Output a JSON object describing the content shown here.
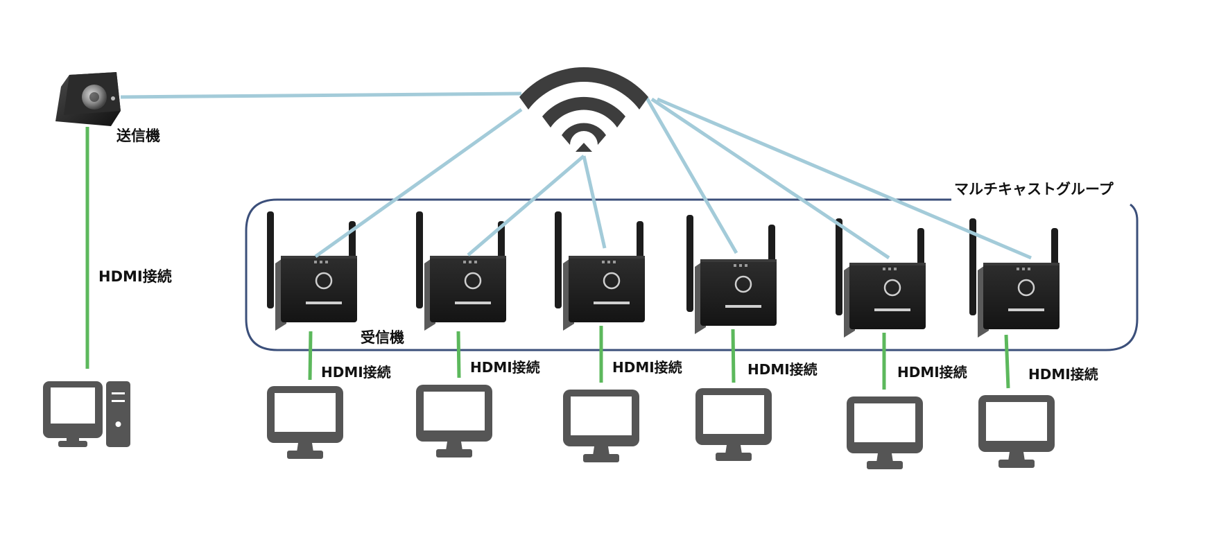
{
  "labels": {
    "transmitter": "送信機",
    "multicast_group": "マルチキャストグループ",
    "receiver": "受信機",
    "hdmi": "HDMI接続"
  },
  "receivers": [
    {
      "hdmi_label": "HDMI接続"
    },
    {
      "hdmi_label": "HDMI接続"
    },
    {
      "hdmi_label": "HDMI接続"
    },
    {
      "hdmi_label": "HDMI接続"
    },
    {
      "hdmi_label": "HDMI接続"
    },
    {
      "hdmi_label": "HDMI接続"
    }
  ],
  "colors": {
    "wifi_link": "#a3cbd9",
    "hdmi_link": "#5cb85c",
    "group_border": "#3b4f7a",
    "device_body": "#222222",
    "monitor": "#555555",
    "wifi_icon": "#3d3d3d"
  },
  "icons": {
    "transmitter": "transmitter-device-icon",
    "receiver": "receiver-device-icon",
    "access_point": "wifi-icon",
    "pc": "desktop-pc-icon",
    "display": "monitor-icon"
  }
}
